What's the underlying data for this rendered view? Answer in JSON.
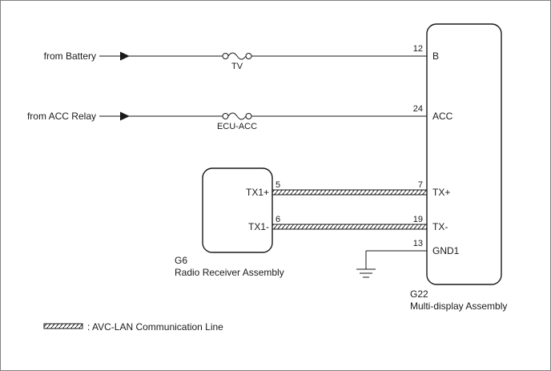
{
  "diagram": {
    "sources": {
      "battery": "from Battery",
      "acc_relay": "from ACC Relay"
    },
    "fuses": {
      "tv": "TV",
      "ecu_acc": "ECU-ACC"
    },
    "g6": {
      "code": "G6",
      "name": "Radio Receiver Assembly",
      "pins": {
        "tx1_plus": {
          "num": "5",
          "label": "TX1+"
        },
        "tx1_minus": {
          "num": "6",
          "label": "TX1-"
        }
      }
    },
    "g22": {
      "code": "G22",
      "name": "Multi-display Assembly",
      "pins": {
        "b": {
          "num": "12",
          "label": "B"
        },
        "acc": {
          "num": "24",
          "label": "ACC"
        },
        "tx_plus": {
          "num": "7",
          "label": "TX+"
        },
        "tx_minus": {
          "num": "19",
          "label": "TX-"
        },
        "gnd1": {
          "num": "13",
          "label": "GND1"
        }
      }
    },
    "legend": {
      "label": ": AVC-LAN Communication Line"
    }
  }
}
